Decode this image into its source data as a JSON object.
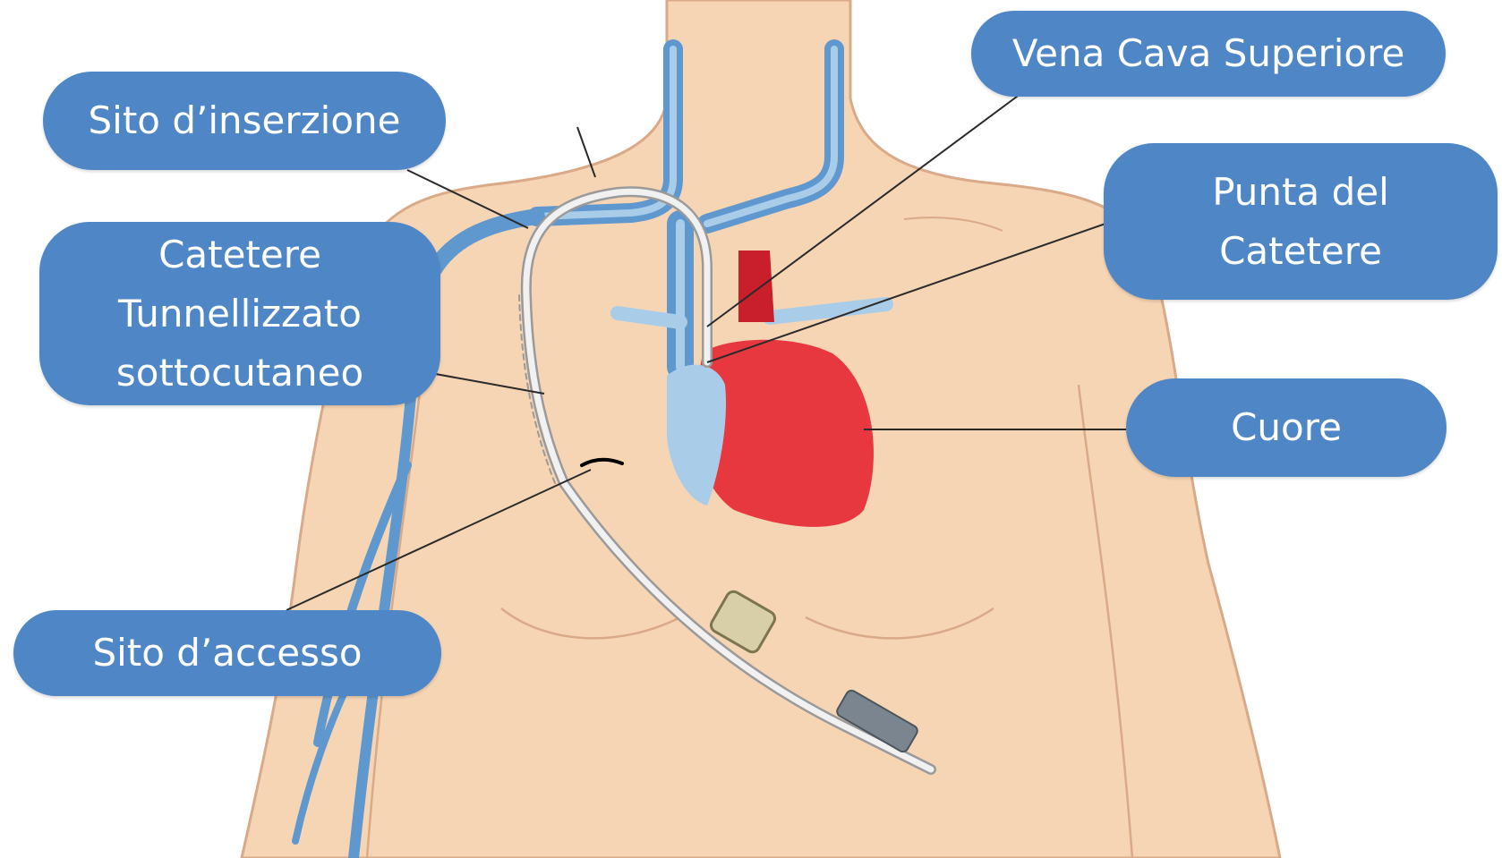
{
  "labels": {
    "vena_cava": "Vena Cava Superiore",
    "sito_inserzione": "Sito d’inserzione",
    "punta_line1": "Punta del",
    "punta_line2": "Catetere",
    "catetere_line1": "Catetere",
    "catetere_line2": "Tunnellizzato",
    "catetere_line3": "sottocutaneo",
    "cuore": "Cuore",
    "sito_accesso": "Sito d’accesso"
  },
  "colors": {
    "skin": "#f6d5b5",
    "skin_outline": "#d9a988",
    "vein": "#5f98cf",
    "vein_light": "#a9cde9",
    "heart": "#e8383f",
    "heart_dark": "#c81f2a",
    "label_bg": "#4f86c6",
    "catheter": "#dcdcdc",
    "leader_line": "#2a2a2a"
  }
}
